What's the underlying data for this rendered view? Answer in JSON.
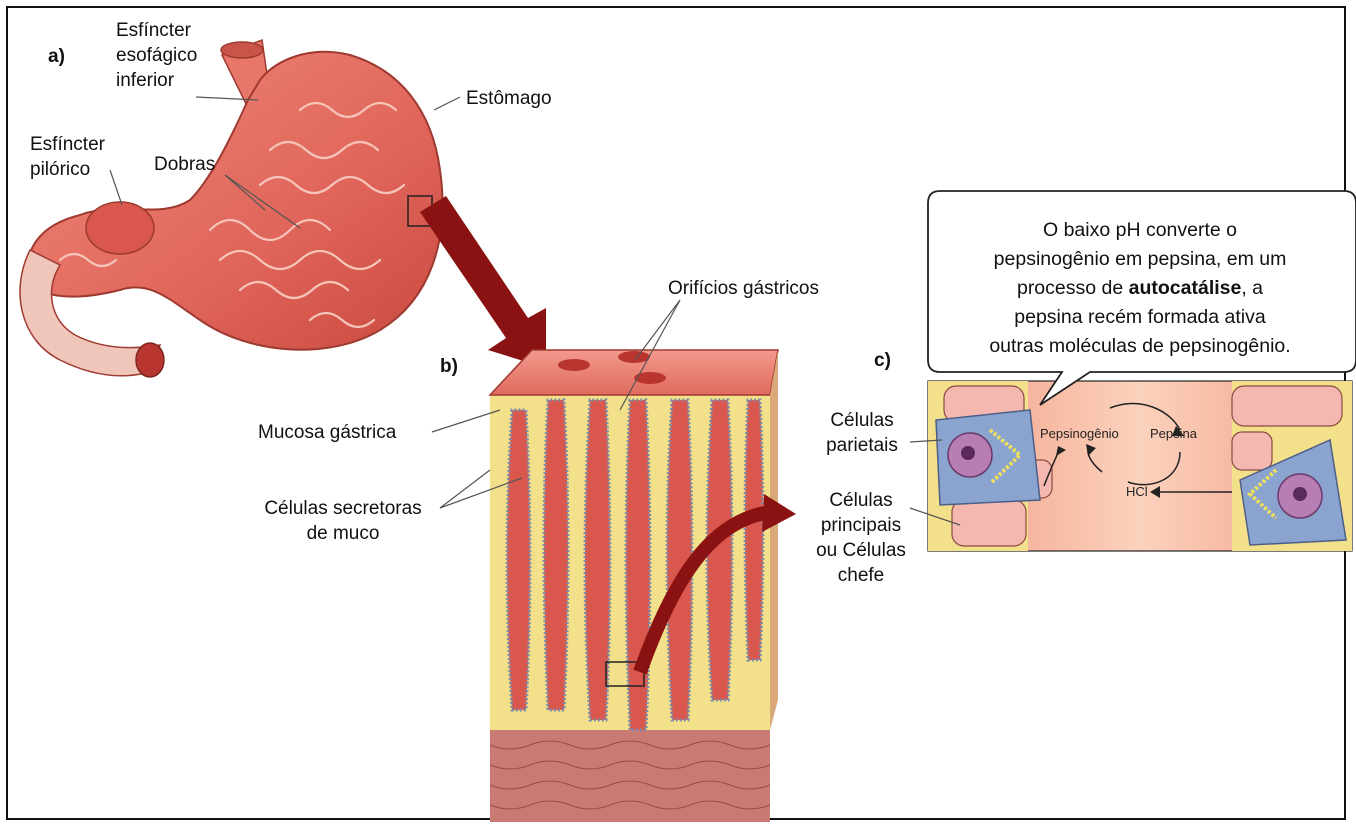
{
  "panels": {
    "a": "a)",
    "b": "b)",
    "c": "c)"
  },
  "labels_a": {
    "esfincter_esofagico": [
      "Esfíncter",
      "esofágico",
      "inferior"
    ],
    "estomago": "Estômago",
    "esfincter_pilorico": [
      "Esfíncter",
      "pilórico"
    ],
    "dobras": "Dobras"
  },
  "labels_b": {
    "orificios": "Orifícios gástricos",
    "mucosa": "Mucosa gástrica",
    "celulas_secretoras": [
      "Células secretoras",
      "de muco"
    ]
  },
  "labels_c": {
    "parietais": [
      "Células",
      "parietais"
    ],
    "principais": [
      "Células",
      "principais",
      "ou Células",
      "chefe"
    ],
    "cycle": {
      "pepsinogenio": "Pepsinogênio",
      "pepsina": "Pepsina",
      "hcl": "HCl"
    }
  },
  "bubble": {
    "line1": "O baixo pH converte o",
    "line2": "pepsinogênio em pepsina, em um",
    "line3_pre": "processo de ",
    "line3_bold": "autocatálise",
    "line3_post": ", a",
    "line4": "pepsina recém formada ativa",
    "line5": "outras moléculas de pepsinogênio."
  },
  "colors": {
    "stomach": "#e0655a",
    "stomach_dark": "#b8362f",
    "arrow": "#8b1212",
    "mucus_yellow": "#f3e08a",
    "parietal_blue": "#8aa3cf",
    "lumen": "#f6b59a"
  }
}
